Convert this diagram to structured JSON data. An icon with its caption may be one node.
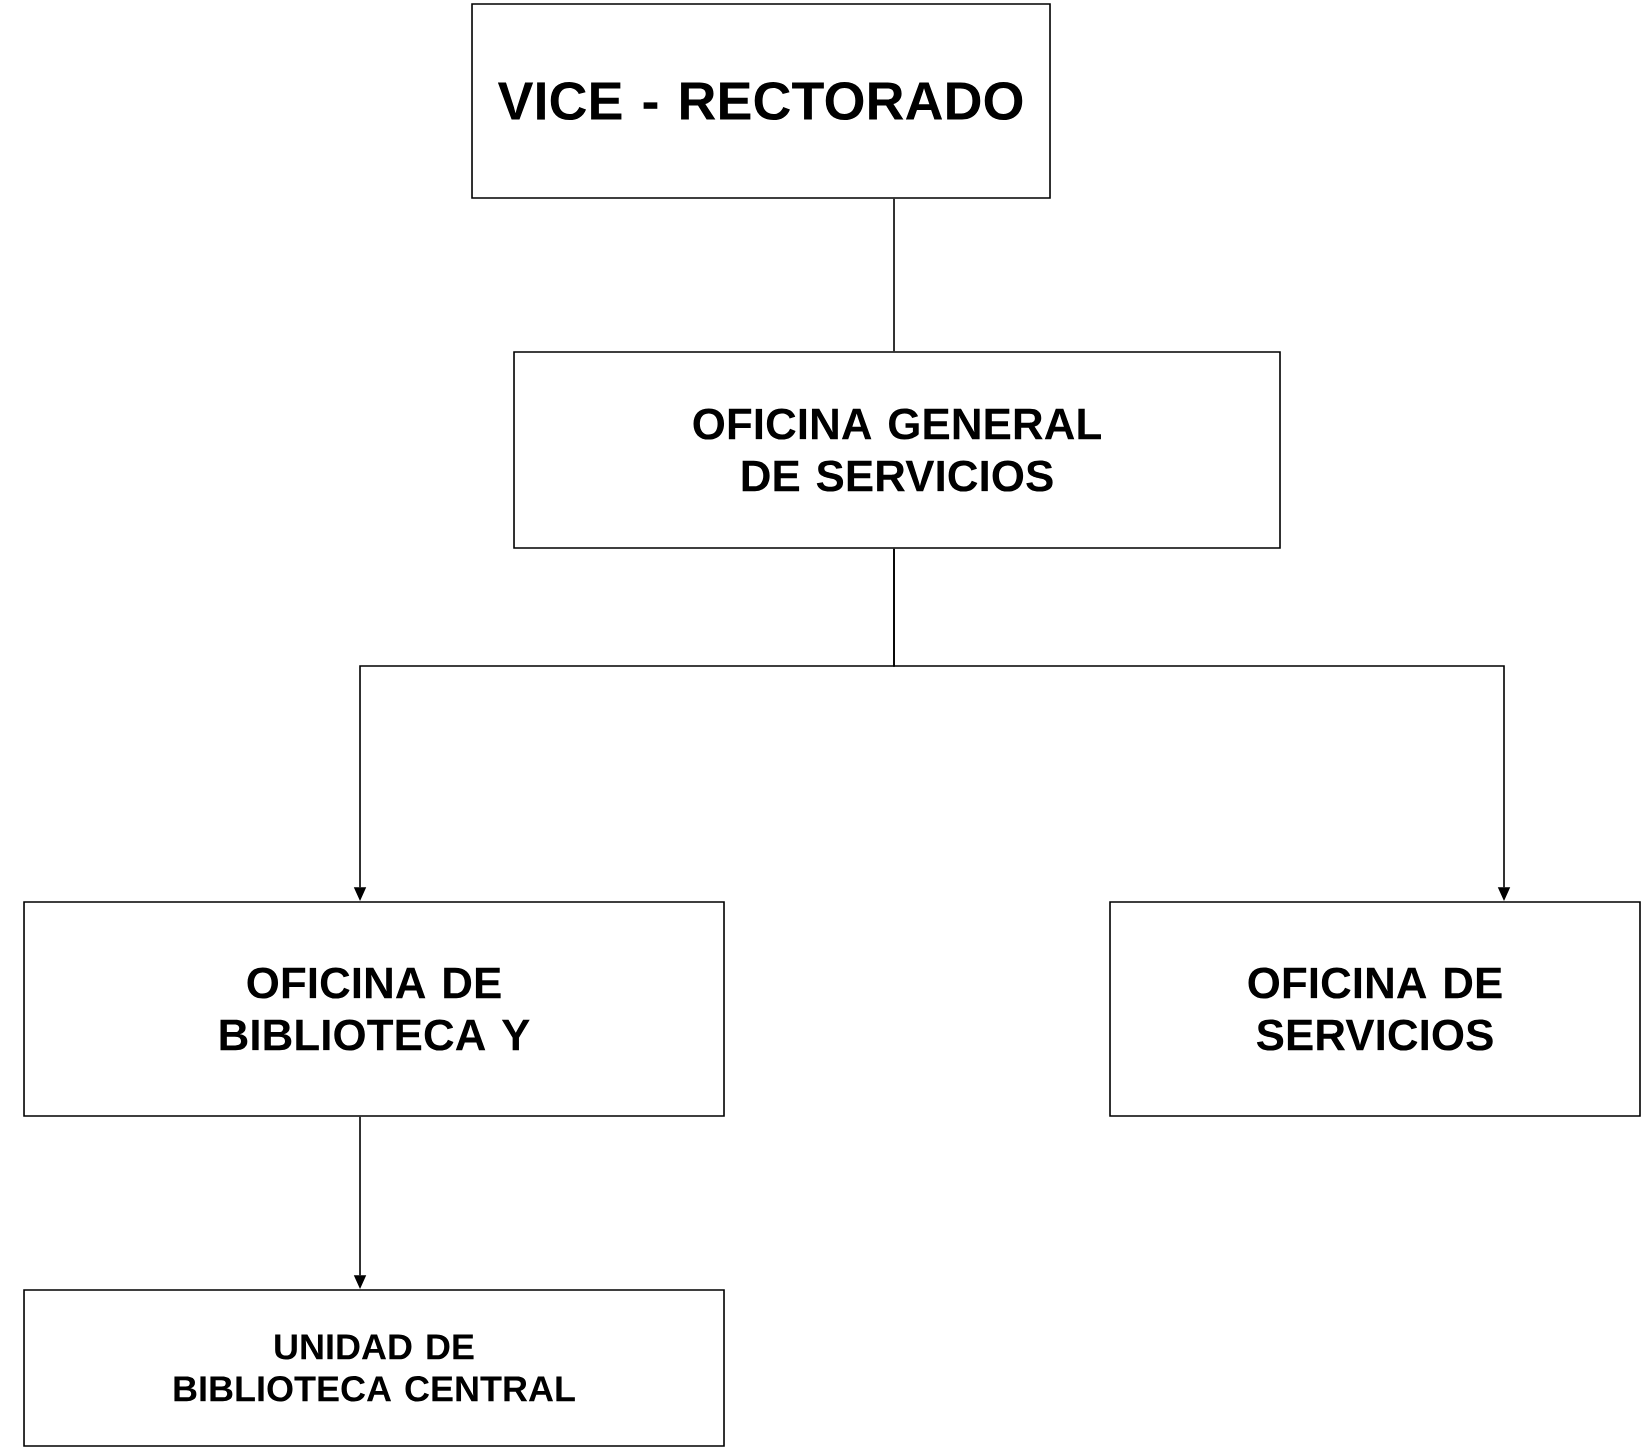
{
  "diagram": {
    "nodes": [
      {
        "text": [
          "VICE - RECTORADO"
        ]
      },
      {
        "text": [
          "OFICINA GENERAL DE SERVICIOS"
        ]
      },
      {
        "text": [
          "OFICINA DE BIBLIOTECA Y"
        ]
      },
      {
        "text": [
          "OFICINA DE SERVICIOS"
        ]
      },
      {
        "text": [
          "UNIDAD DE BIBLIOTECA CENTRAL"
        ]
      }
    ],
    "edges": [
      {
        "from": 0,
        "to": 1,
        "arrow": "none"
      },
      {
        "from": 1,
        "to": 2,
        "arrow": "to"
      },
      {
        "from": 1,
        "to": 3,
        "arrow": "to"
      },
      {
        "from": 2,
        "to": 4,
        "arrow": "to"
      }
    ]
  }
}
